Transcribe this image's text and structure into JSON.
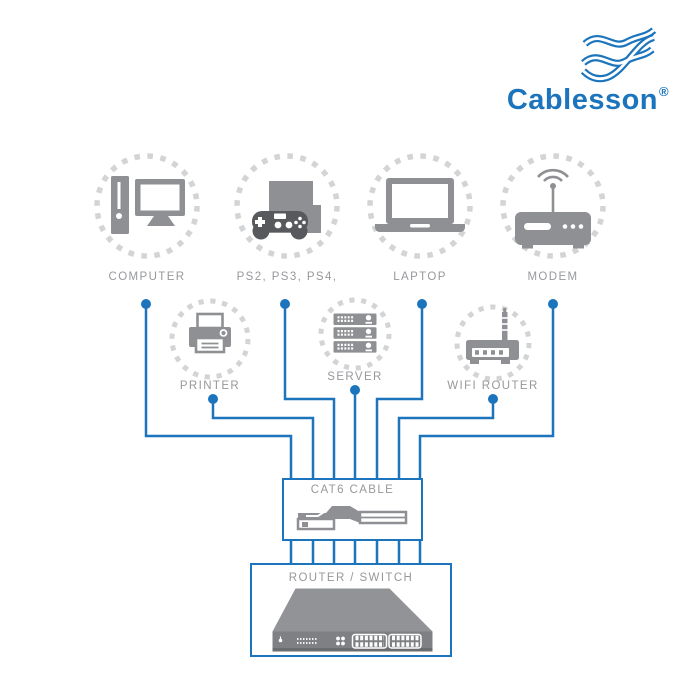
{
  "brand": {
    "name": "Cablesson",
    "registered": "®"
  },
  "colors": {
    "accent_blue": "#1C75BC",
    "icon_gray": "#8E9093",
    "gamepad_gray": "#57595C",
    "dash_gray": "#D3D4D6",
    "label_gray": "#96989B"
  },
  "diagram": {
    "devices": [
      {
        "id": "computer",
        "label": "COMPUTER",
        "icon": "desktop-computer-icon"
      },
      {
        "id": "ps-consoles",
        "label": "PS2, PS3, PS4,",
        "icon": "game-console-icon"
      },
      {
        "id": "laptop",
        "label": "LAPTOP",
        "icon": "laptop-icon"
      },
      {
        "id": "modem",
        "label": "MODEM",
        "icon": "modem-icon"
      },
      {
        "id": "printer",
        "label": "PRINTER",
        "icon": "printer-icon"
      },
      {
        "id": "server",
        "label": "SERVER",
        "icon": "server-rack-icon"
      },
      {
        "id": "wifi-router",
        "label": "WIFI ROUTER",
        "icon": "wifi-router-icon"
      }
    ],
    "hub_box": {
      "label": "CAT6 CABLE",
      "icon": "rj45-connector-icon"
    },
    "switch_box": {
      "label": "ROUTER / SWITCH",
      "icon": "network-switch-icon"
    }
  }
}
